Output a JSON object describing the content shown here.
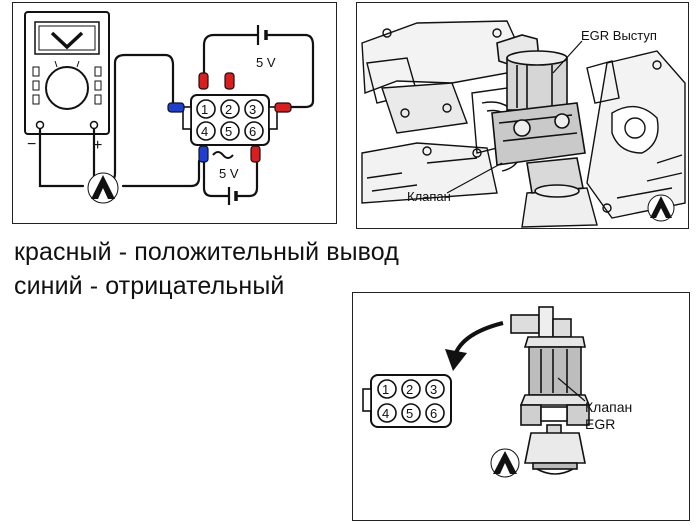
{
  "meter_panel": {
    "minus_label": "−",
    "plus_label": "+",
    "top_voltage": "5 V",
    "bottom_voltage": "5 V",
    "pins": [
      "1",
      "2",
      "3",
      "4",
      "5",
      "6"
    ],
    "colors": {
      "positive": "#d81e1e",
      "negative": "#1f3fd0"
    }
  },
  "engine_panel": {
    "egr_label": "EGR Выступ",
    "valve_label": "Клапан"
  },
  "valve_panel": {
    "pins": [
      "1",
      "2",
      "3",
      "4",
      "5",
      "6"
    ],
    "valve_label_line1": "Клапан",
    "valve_label_line2": "EGR"
  },
  "legend": {
    "red_line": "красный - положительный вывод",
    "blue_line": "синий - отрицательный"
  }
}
